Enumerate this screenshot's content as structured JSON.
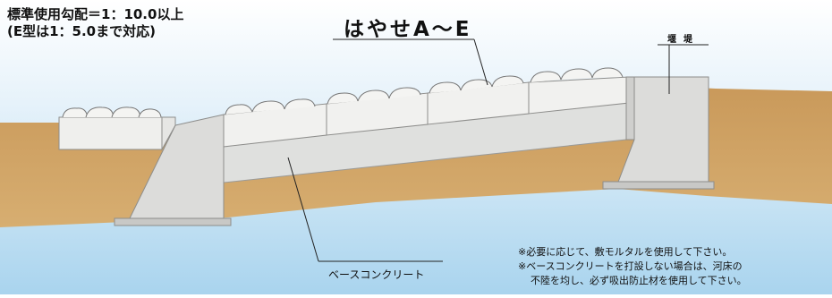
{
  "title_line_1": "標準使用勾配＝1：10.0以上",
  "title_line_2": "(E型は1：5.0まで対応)",
  "product_label": "はやせA～E",
  "dam_label": "堰堤",
  "base_label": "ベースコンクリート",
  "notes": [
    "※必要に応じて、敷モルタルを使用して下さい。",
    "※ベースコンクリートを打設しない場合は、河床の",
    "不陸を均し、必ず吸出防止材を使用して下さい。"
  ],
  "colors": {
    "water_top": "#ffffff",
    "water_bottom": "#a9d4ee",
    "soil": "#d2a766",
    "soil_dark": "#bd8f4f",
    "concrete": "#e3e4e2",
    "stone": "#f1f1ef"
  }
}
